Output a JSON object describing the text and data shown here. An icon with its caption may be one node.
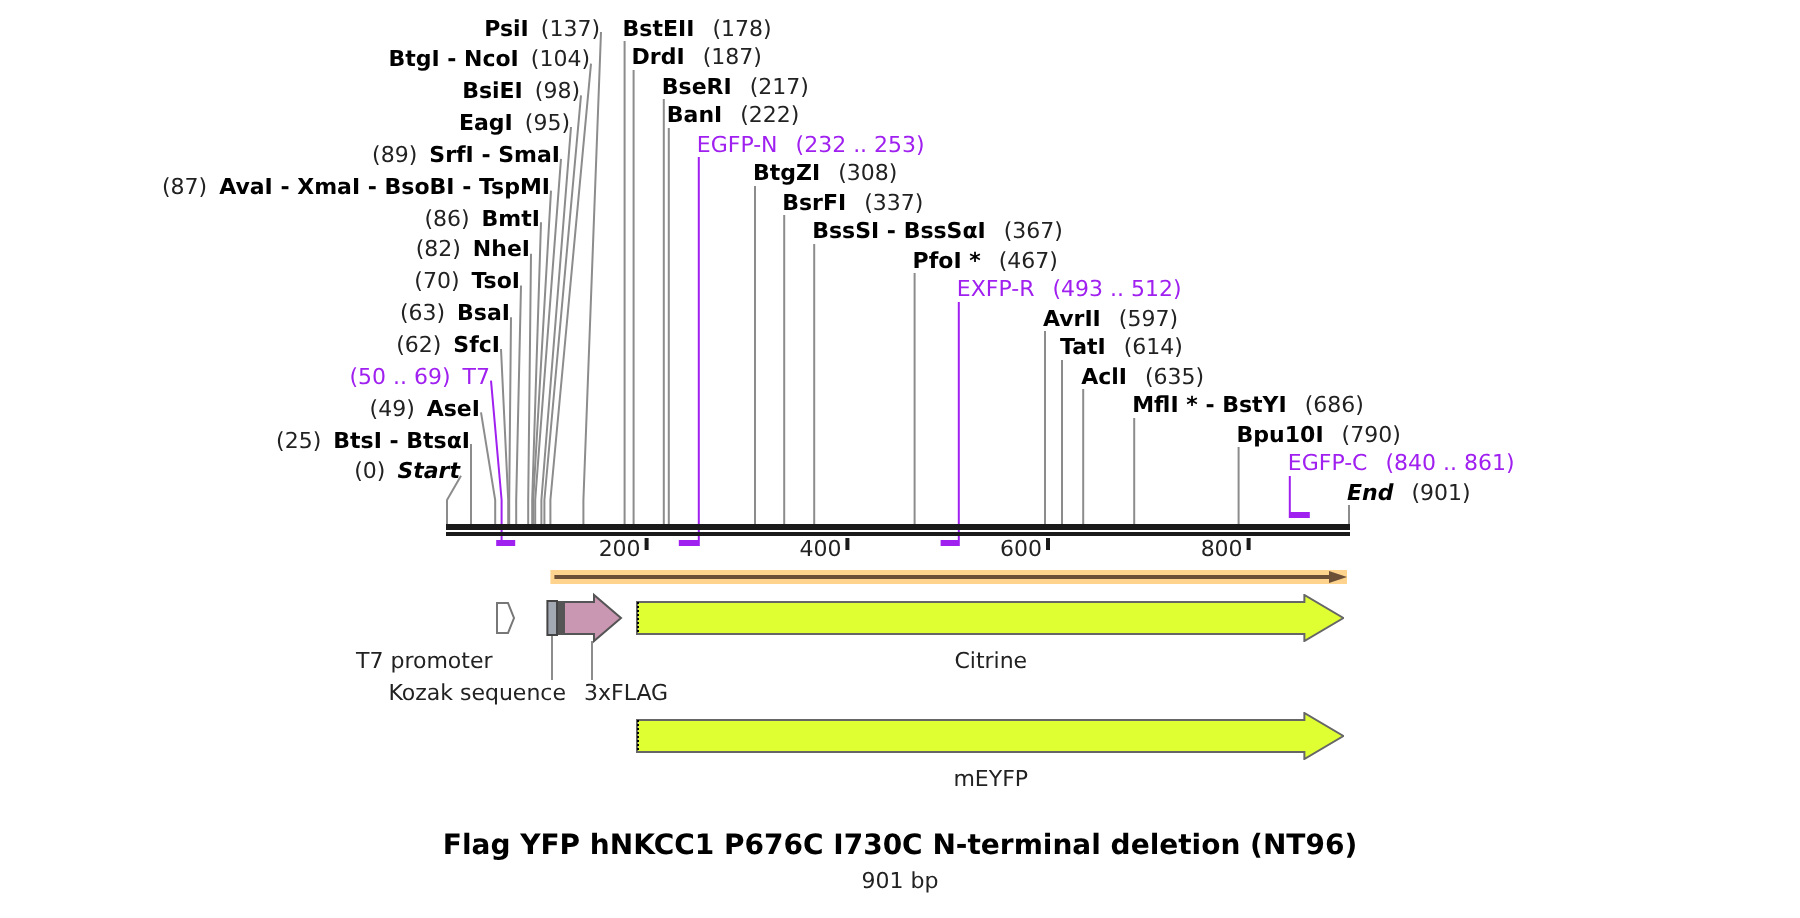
{
  "diagram": {
    "title": "Flag YFP hNKCC1 P676C I730C N-terminal deletion (NT96)",
    "caption": "901 bp",
    "nodes": [
      {
        "text": [
          "BstEII",
          "(178)"
        ]
      },
      {
        "text": [
          "(89)",
          "SrfI - SmaI"
        ]
      },
      {
        "text": [
          "DrdI",
          "(187)"
        ]
      },
      {
        "text": [
          "(87)",
          "AvaI - XmaI - BsoBI - TspMI"
        ]
      },
      {
        "text": [
          "BseRI",
          "(217)"
        ]
      },
      {
        "text": [
          "(86)",
          "BmtI"
        ]
      },
      {
        "text": [
          "BanI",
          "(222)"
        ]
      },
      {
        "text": [
          "(82)",
          "NheI"
        ]
      },
      {
        "text": [
          "AvrII",
          "(597)"
        ]
      },
      {
        "text": [
          "(70)",
          "TsoI"
        ]
      },
      {
        "text": [
          "EGFP-N",
          "(232 .. 253)"
        ]
      },
      {
        "text": [
          "TatI",
          "(614)"
        ]
      },
      {
        "text": [
          "(63)",
          "BsaI"
        ]
      },
      {
        "text": [
          "AclI",
          "(635)"
        ]
      },
      {
        "text": [
          "BtgZI",
          "(308)"
        ]
      },
      {
        "text": [
          "(62)",
          "SfcI"
        ]
      },
      {
        "text": [
          "BsrFI",
          "(337)"
        ]
      },
      {
        "text": [
          "MflI * - BstYI",
          "(686)"
        ]
      },
      {
        "text": [
          "(50 .. 69)",
          "T7"
        ]
      },
      {
        "text": [
          "EagI",
          "(95)"
        ]
      },
      {
        "text": [
          "BssSI - BssSαI",
          "(367)"
        ]
      },
      {
        "text": [
          "Bpu10I",
          "(790)"
        ]
      },
      {
        "text": [
          "BsiEI",
          "(98)"
        ]
      },
      {
        "text": [
          "(49)",
          "AseI"
        ]
      },
      {
        "text": [
          "BtgI - NcoI",
          "(104)"
        ]
      },
      {
        "text": [
          "PfoI *",
          "(467)"
        ]
      },
      {
        "text": [
          "EGFP-C",
          "(840 .. 861)"
        ]
      },
      {
        "text": [
          "(25)",
          "BtsI - BtsαI"
        ]
      },
      {
        "text": [
          "(0)",
          "Start"
        ]
      },
      {
        "text": [
          "PsiI",
          "(137)"
        ]
      },
      {
        "text": [
          "EXFP-R",
          "(493 .. 512)"
        ]
      },
      {
        "text": [
          "End",
          "(901)"
        ]
      },
      {
        "text": [],
        "shape": "bar"
      },
      {
        "text": [],
        "shape": "bar"
      },
      {
        "text": [],
        "shape": "bar"
      },
      {
        "text": [],
        "shape": "bar"
      },
      {
        "text": [],
        "shape": "bar"
      },
      {
        "text": [],
        "shape": "arrow"
      },
      {
        "text": [
          "T7 promoter"
        ]
      },
      {
        "text": [],
        "shape": "box"
      },
      {
        "text": [],
        "shape": "arrow"
      },
      {
        "text": [
          "Citrine"
        ]
      },
      {
        "text": [
          "Kozak sequence"
        ]
      },
      {
        "text": [
          "3xFLAG"
        ]
      },
      {
        "text": [
          "mEYFP"
        ]
      }
    ],
    "edges": [
      {
        "from": 0,
        "to": 32,
        "arrow": "none"
      },
      {
        "from": 1,
        "to": 32,
        "arrow": "none"
      },
      {
        "from": 2,
        "to": 32,
        "arrow": "none"
      },
      {
        "from": 3,
        "to": 32,
        "arrow": "none"
      },
      {
        "from": 4,
        "to": 32,
        "arrow": "none"
      },
      {
        "from": 5,
        "to": 32,
        "arrow": "none"
      },
      {
        "from": 6,
        "to": 32,
        "arrow": "none"
      },
      {
        "from": 7,
        "to": 32,
        "arrow": "none"
      },
      {
        "from": 8,
        "to": 32,
        "arrow": "none"
      },
      {
        "from": 9,
        "to": 32,
        "arrow": "none"
      },
      {
        "from": 10,
        "to": 34,
        "arrow": "none",
        "color": "#a020f0"
      },
      {
        "from": 11,
        "to": 32,
        "arrow": "none"
      },
      {
        "from": 12,
        "to": 32,
        "arrow": "none"
      },
      {
        "from": 13,
        "to": 32,
        "arrow": "none"
      },
      {
        "from": 14,
        "to": 32,
        "arrow": "none"
      },
      {
        "from": 15,
        "to": 32,
        "arrow": "none"
      },
      {
        "from": 16,
        "to": 32,
        "arrow": "none"
      },
      {
        "from": 17,
        "to": 32,
        "arrow": "none"
      },
      {
        "from": 18,
        "to": 33,
        "arrow": "none",
        "color": "#a020f0"
      },
      {
        "from": 19,
        "to": 32,
        "arrow": "none"
      },
      {
        "from": 20,
        "to": 32,
        "arrow": "none"
      },
      {
        "from": 21,
        "to": 32,
        "arrow": "none"
      },
      {
        "from": 22,
        "to": 32,
        "arrow": "none"
      },
      {
        "from": 23,
        "to": 32,
        "arrow": "none"
      },
      {
        "from": 24,
        "to": 32,
        "arrow": "none"
      },
      {
        "from": 25,
        "to": 32,
        "arrow": "none"
      },
      {
        "from": 26,
        "to": 36,
        "arrow": "none",
        "color": "#a020f0"
      },
      {
        "from": 27,
        "to": 32,
        "arrow": "none"
      },
      {
        "from": 28,
        "to": 32,
        "arrow": "none"
      },
      {
        "from": 29,
        "to": 32,
        "arrow": "none"
      },
      {
        "from": 30,
        "to": 35,
        "arrow": "none",
        "color": "#a020f0"
      },
      {
        "from": 31,
        "to": 32,
        "arrow": "none"
      },
      {
        "from": 42,
        "to": 39,
        "arrow": "none"
      },
      {
        "from": 43,
        "to": 40,
        "arrow": "none"
      }
    ],
    "labels": [
      "200",
      "400",
      "600",
      "800"
    ]
  }
}
